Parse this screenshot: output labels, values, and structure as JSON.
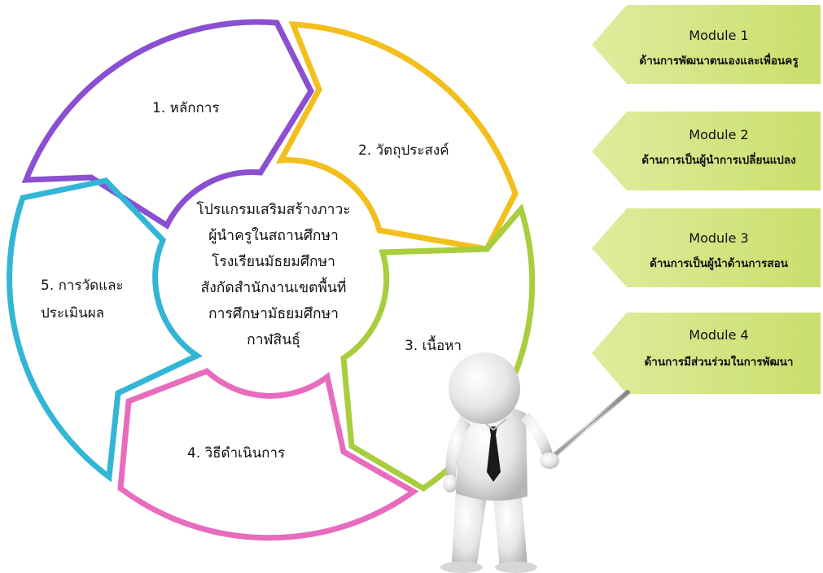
{
  "cycle": {
    "center_lines": [
      "โปรแกรมเสริมสร้างภาวะ",
      "ผู้นำครูในสถานศึกษา",
      "โรงเรียนมัธยมศึกษา",
      "สังกัดสำนักงานเขตพื้นที่",
      "การศึกษามัธยมศึกษา",
      "กาฬสินธุ์"
    ],
    "segments": [
      {
        "label": "1. หลักการ",
        "color": "#8b4fd1"
      },
      {
        "label": "2. วัตถุประสงค์",
        "color": "#f2bf1c"
      },
      {
        "label": "3. เนื้อหา",
        "color": "#a8cd3d"
      },
      {
        "label": "4. วิธีดำเนินการ",
        "color": "#e86cbd"
      },
      {
        "label_lines": [
          "5. การวัดและ",
          "ประเมินผล"
        ],
        "color": "#33b6d6"
      }
    ]
  },
  "modules": [
    {
      "title": "Module 1",
      "subtitle": "ด้านการพัฒนาตนเองและเพื่อนครู"
    },
    {
      "title": "Module 2",
      "subtitle": "ด้านการเป็นผู้นำการเปลี่ยนแปลง"
    },
    {
      "title": "Module 3",
      "subtitle": "ด้านการเป็นผู้นำด้านการสอน"
    },
    {
      "title": "Module 4",
      "subtitle": "ด้านการมีส่วนร่วมในการพัฒนา"
    }
  ],
  "colors": {
    "module_fill": "#cfe27a",
    "module_fill_light": "#dcea9a"
  }
}
